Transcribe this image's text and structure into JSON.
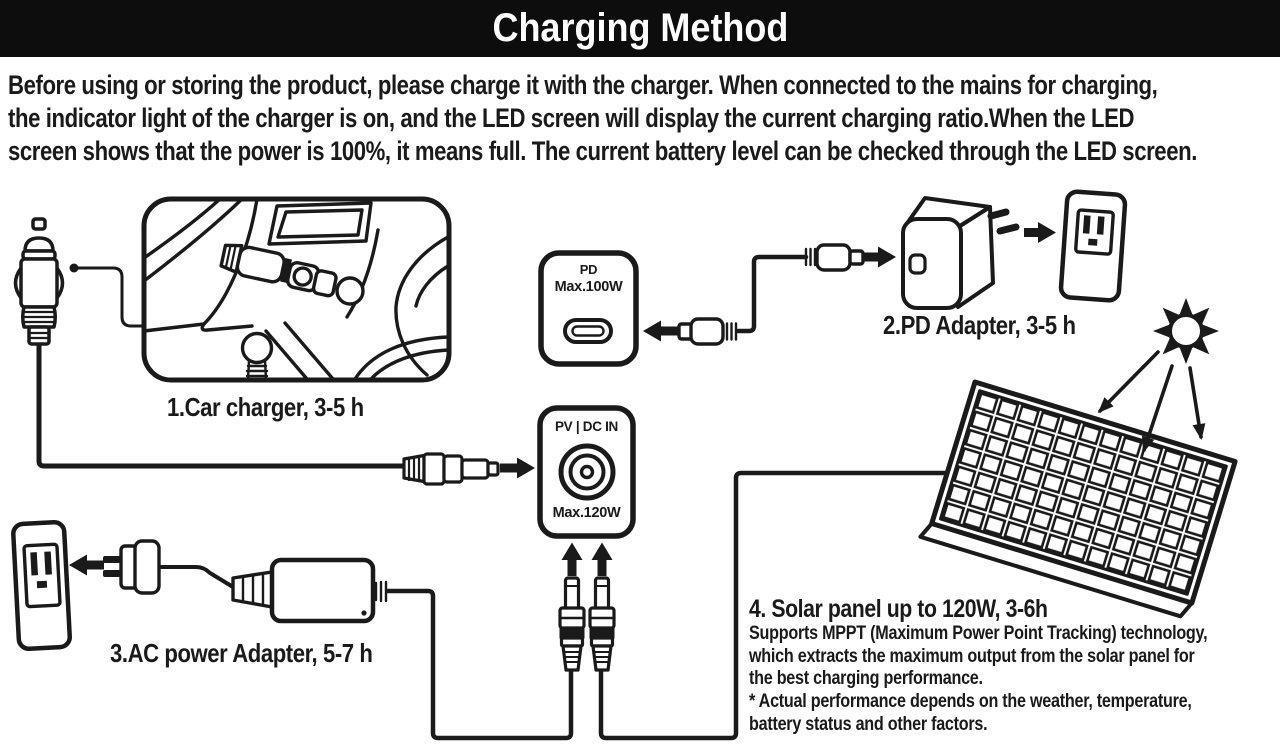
{
  "page": {
    "title": "Charging Method"
  },
  "intro": {
    "lines": [
      "Before using or storing the product, please charge it with the charger. When connected to the mains for charging,",
      "the indicator light of the charger is on, and the LED screen will display the current charging ratio.When the LED",
      "screen shows that the power is 100%, it means full. The current battery level can be checked through the LED screen."
    ]
  },
  "methods": {
    "car": {
      "label": "1.Car charger, 3-5 h"
    },
    "pd_adapter": {
      "label": "2.PD Adapter, 3-5 h"
    },
    "ac_adapter": {
      "label": "3.AC power Adapter, 5-7 h"
    },
    "solar": {
      "label": "4. Solar panel up to 120W, 3-6h",
      "desc_lines": [
        "Supports MPPT (Maximum Power Point Tracking) technology,",
        "which extracts the maximum output from the solar panel for",
        "the best charging performance.",
        "* Actual performance depends on the weather, temperature,",
        "battery status and other factors."
      ]
    }
  },
  "ports": {
    "pd_input": {
      "name": "PD",
      "max": "Max.100W"
    },
    "dc_input": {
      "name": "PV | DC IN",
      "max": "Max.120W"
    }
  },
  "colors": {
    "ink": "#1a1a1a",
    "header_bg": "#0d0d0d",
    "background": "#ffffff"
  }
}
